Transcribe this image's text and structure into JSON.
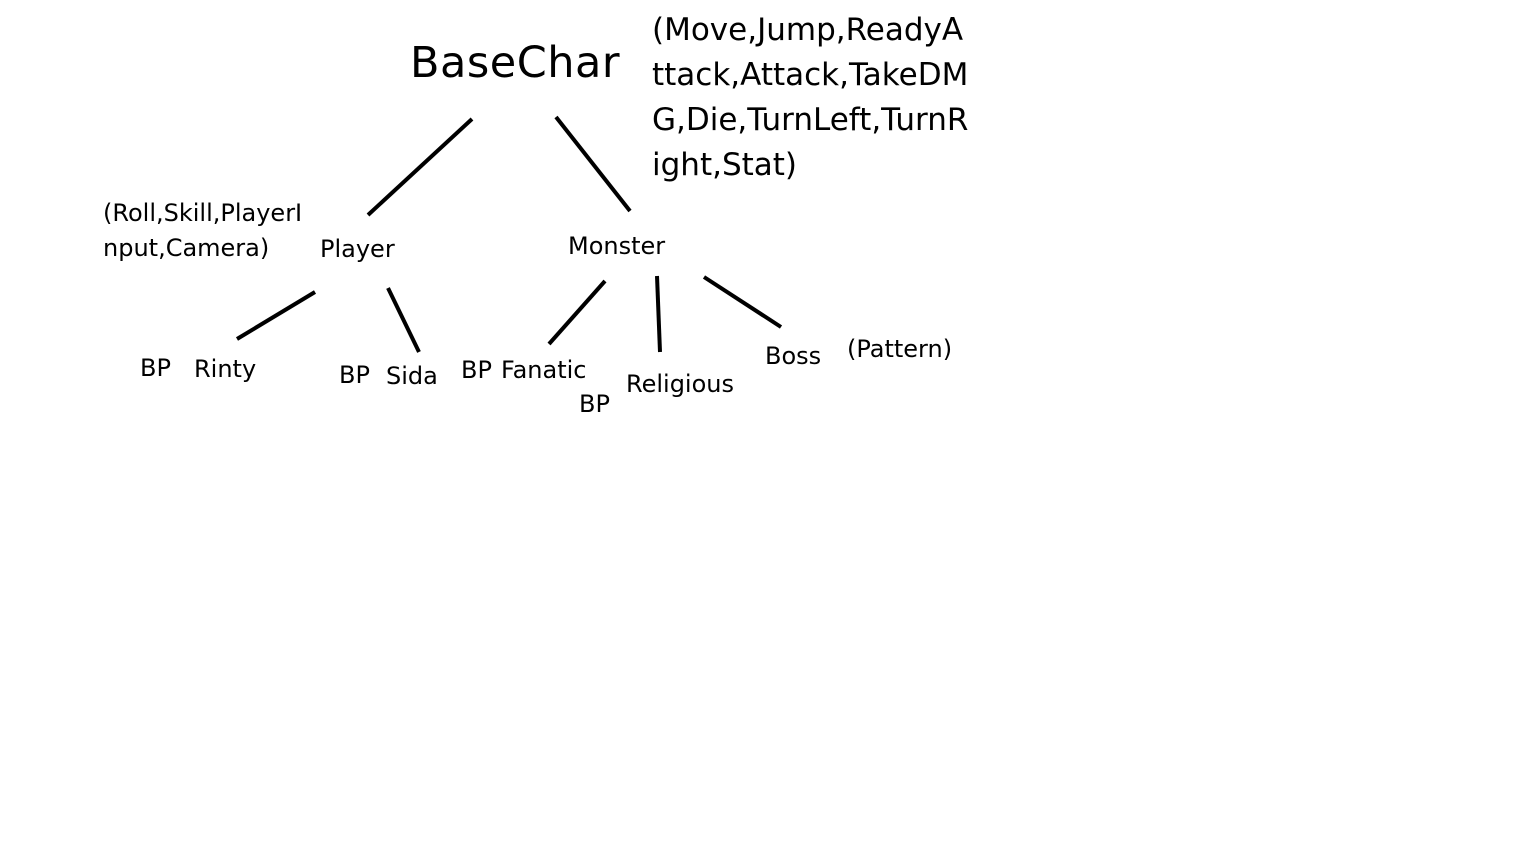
{
  "diagram": {
    "root": {
      "label": "BaseChar",
      "note": "(Move,Jump,ReadyAttack,Attack,TakeDMG,Die,TurnLeft,TurnRight,Stat)"
    },
    "player": {
      "label": "Player",
      "note": "(Roll,Skill,PlayerInput,Camera)",
      "children": [
        {
          "prefix": "BP",
          "label": "Rinty"
        },
        {
          "prefix": "BP",
          "label": "Sida"
        }
      ]
    },
    "monster": {
      "label": "Monster",
      "children": [
        {
          "prefix": "BP",
          "label": "Fanatic"
        },
        {
          "prefix": "BP",
          "label": "Religious"
        },
        {
          "label": "Boss",
          "note": "(Pattern)"
        }
      ]
    }
  },
  "colors": {
    "ink": "#000000",
    "background": "#ffffff"
  }
}
